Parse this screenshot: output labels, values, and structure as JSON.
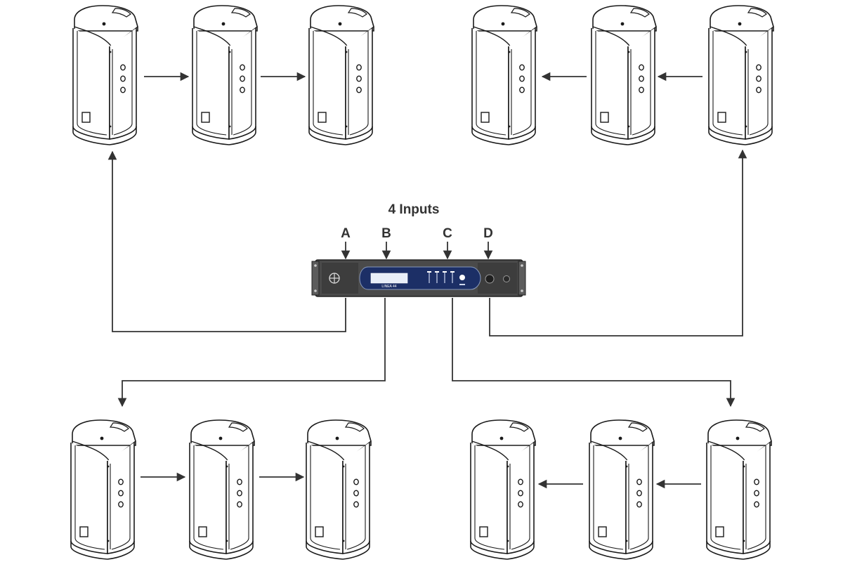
{
  "diagram": {
    "title": "4 Inputs",
    "inputs": [
      {
        "label": "A"
      },
      {
        "label": "B"
      },
      {
        "label": "C"
      },
      {
        "label": "D"
      }
    ],
    "amplifier": {
      "display_text": "LINEA 44",
      "brand_logo": "mirror-speaker-logo-icon",
      "power_knob": "power-knob-icon"
    },
    "speaker_groups": [
      {
        "id": "top-left",
        "input": "A",
        "speaker_count": 3,
        "chain_direction": "right"
      },
      {
        "id": "top-right",
        "input": "D",
        "speaker_count": 3,
        "chain_direction": "left"
      },
      {
        "id": "bottom-left",
        "input": "B",
        "speaker_count": 3,
        "chain_direction": "right"
      },
      {
        "id": "bottom-right",
        "input": "C",
        "speaker_count": 3,
        "chain_direction": "left"
      }
    ],
    "colors": {
      "line": "#333333",
      "speaker_outline": "#1a1a1a",
      "amp_body": "#4a4a4a",
      "amp_panel": "#1c2f66",
      "amp_screen": "#e8eef8"
    },
    "icons": [
      "speaker-icon",
      "arrow-icon",
      "amplifier-icon"
    ]
  }
}
